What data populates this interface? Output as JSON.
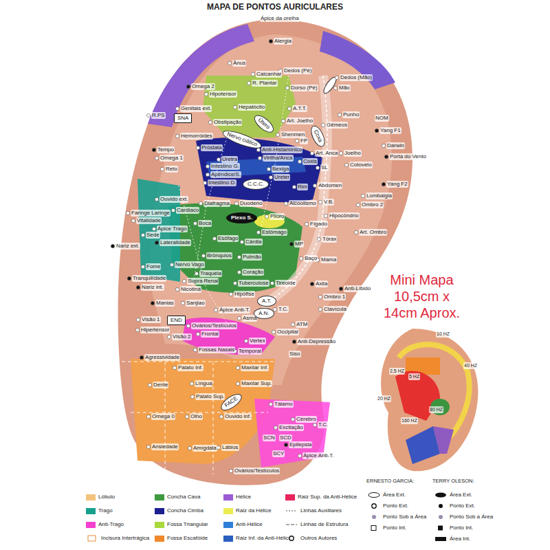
{
  "diagram": {
    "title": "MAPA DE PONTOS AURICULARES",
    "nodes": [
      {
        "text": [
          "Útero"
        ]
      },
      {
        "text": [
          "Nervo ciático"
        ]
      },
      {
        "text": [
          "Coxa"
        ]
      },
      {
        "text": [
          "C.C.C."
        ]
      },
      {
        "text": [
          "Plexo S."
        ]
      },
      {
        "text": [
          "SNA"
        ]
      },
      {
        "text": [
          "A.T."
        ]
      },
      {
        "text": [
          "A.N."
        ]
      },
      {
        "text": [
          "END"
        ]
      },
      {
        "text": [
          "FACE"
        ]
      }
    ],
    "labels": [
      "Ápice da orelha",
      "Alergia",
      "Ânus",
      "Calcanhar",
      "Dedos (Pé)",
      "Dedos (Mão)",
      "R. Plantar",
      "Dorso (Pé)",
      "Mão",
      "Omega 2",
      "Hipotensor",
      "Hepatócito",
      "A.T.T.",
      "Art. Joelho",
      "Genitais ext.",
      "R.PS",
      "Obstipação",
      "Shenmen",
      "Gêmeos",
      "Punho",
      "NOM",
      "Yang F1",
      "Hemorróides",
      "FP",
      "Anti-Histamínico",
      "Darwin",
      "Porta do Vento",
      "Tempo",
      "Próstata",
      "Omega 1",
      "Uretra",
      "Virilha/Anca",
      "Art. Anca",
      "Joelho",
      "Reto",
      "Intestino G.",
      "Coxis",
      "Apêndice/S.",
      "Bexiga",
      "SL",
      "Cotovelo",
      "Intestino D.",
      "Ureter",
      "Rim",
      "Abdomen",
      "Lombalgia",
      "Yang F2",
      "Ouvido ext.",
      "Cardíaco",
      "Diafragma",
      "Duodeno",
      "Alcoolismo",
      "V.B.",
      "Ombro 2",
      "Faringe Laringe",
      "Vitalidade",
      "Boca",
      "Piloro",
      "Hipocôndrio",
      "Fígado",
      "Ápice Trago",
      "Art. Ombro",
      "Sede",
      "Lateralidade",
      "Esôfago",
      "Cárdia",
      "Estômago",
      "Tórax",
      "MP",
      "Nariz ext.",
      "Mama",
      "Brônquios",
      "Pulmão",
      "Baço",
      "Fome",
      "Nervo Vago",
      "Coração",
      "Traquéia",
      "Supra Renal",
      "Tuberculose",
      "Tranquilidade",
      "Nariz int.",
      "Nicotina",
      "Tireoide",
      "Axila",
      "Ombro 1",
      "Anti-Líbido",
      "Hipófise",
      "T.C.",
      "Manias",
      "Sanjiao",
      "Ápice Anti-T.",
      "Clavícula",
      "Asma",
      "Visão 1",
      "Hipertensor",
      "Ovários/Testículos",
      "ATM",
      "Occipital",
      "Visão 2",
      "Frontal",
      "Vertex",
      "Anti-Depressão",
      "Fossas Nasais",
      "Temporal",
      "Siso",
      "Agressividade",
      "Palato Inf.",
      "Maxilar Inf.",
      "Língua",
      "Maxilar Sup.",
      "Dente",
      "Palato Sup.",
      "Tálamo",
      "Omega 0",
      "Olho",
      "Ouvido inf.",
      "Cérebro",
      "Excitação",
      "T.C.",
      "SCN",
      "SCD",
      "Epilepsia",
      "SCY",
      "Ápice Anti-T.",
      "Ansiedade",
      "Amígdala",
      "Lábios",
      "Ovários/Testículos",
      "Mini Mapa 10,5cm x 14cm Aprox.",
      "10 HZ",
      "2,5 HZ",
      "5 HZ",
      "40 HZ",
      "20 HZ",
      "80 HZ",
      "160 HZ",
      "ERNESTO GARCIA:",
      "TERRY OLESON:"
    ],
    "legend": [
      {
        "text": "Lóbulo",
        "color": "#f4c27c"
      },
      {
        "text": "Trago",
        "color": "#17a08e"
      },
      {
        "text": "Anti-Trago",
        "color": "#f43fce"
      },
      {
        "text": "Incisura Intertrágica"
      },
      {
        "text": "Concha Cava",
        "color": "#3f9a3f"
      },
      {
        "text": "Concha Cimba",
        "color": "#1c1f8f"
      },
      {
        "text": "Fossa Triangular",
        "color": "#a8d83c"
      },
      {
        "text": "Fossa Escafóide",
        "color": "#f0882c"
      },
      {
        "text": "Hélice",
        "color": "#9b5bd4"
      },
      {
        "text": "Raiz da Hélice",
        "color": "#ecec55"
      },
      {
        "text": "Anti-Hélice",
        "color": "#2f7fd8"
      },
      {
        "text": "Raiz Inf. da Anti-Hélice",
        "color": "#2a5fc0"
      },
      {
        "text": "Raiz Sup. da Anti-Hélice",
        "color": "#e8245c"
      },
      {
        "text": "Linhas Auxiliares"
      },
      {
        "text": "Linhas de Estrutura"
      },
      {
        "text": "Outros Autores"
      },
      {
        "text": "Área Ext."
      },
      {
        "text": "Ponto Ext."
      },
      {
        "text": "Ponto Sob a Área"
      },
      {
        "text": "Ponto Int."
      },
      {
        "text": "Área Ext."
      },
      {
        "text": "Ponto Ext."
      },
      {
        "text": "Ponto Sob a Área"
      },
      {
        "text": "Ponto Int."
      },
      {
        "text": "Área Int."
      }
    ]
  }
}
